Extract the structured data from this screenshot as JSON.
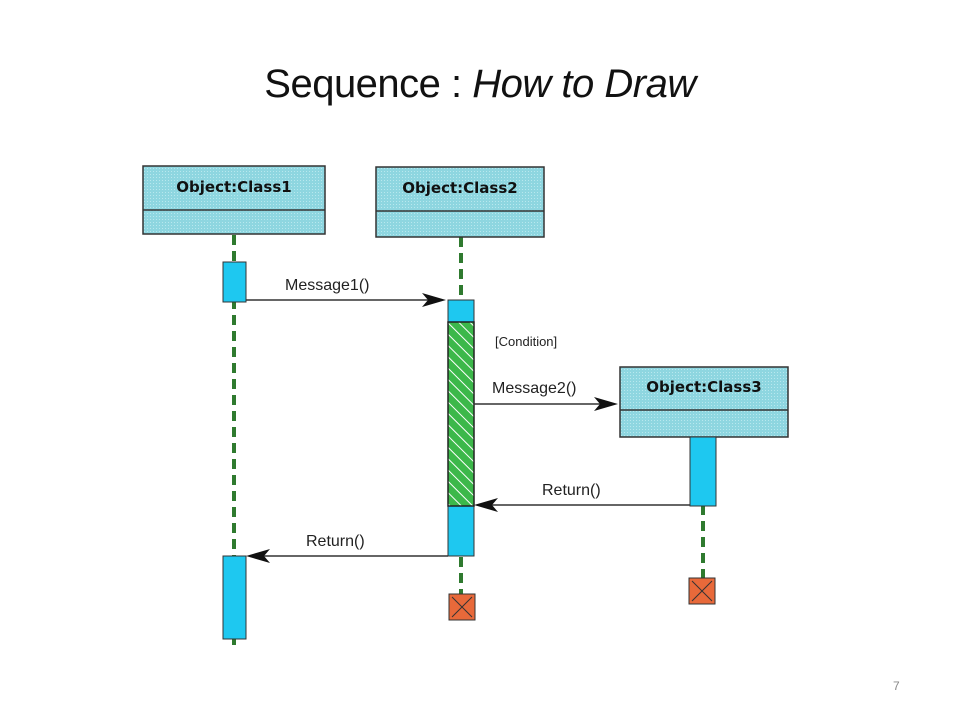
{
  "title": {
    "main": "Sequence : ",
    "italic": "How to Draw"
  },
  "page_number": "7",
  "objects": [
    {
      "label": "Object:Class1"
    },
    {
      "label": "Object:Class2"
    },
    {
      "label": "Object:Class3"
    }
  ],
  "messages": [
    {
      "label": "Message1()"
    },
    {
      "label": "[Condition]"
    },
    {
      "label": "Message2()"
    },
    {
      "label": "Return()"
    },
    {
      "label": "Return()"
    }
  ],
  "colors": {
    "object_box": "#8ed6e0",
    "activation": "#1ec8f0",
    "lifeline": "#2f7a2f",
    "condition_fill": "#3cb84a",
    "destroy": "#e8693a"
  }
}
